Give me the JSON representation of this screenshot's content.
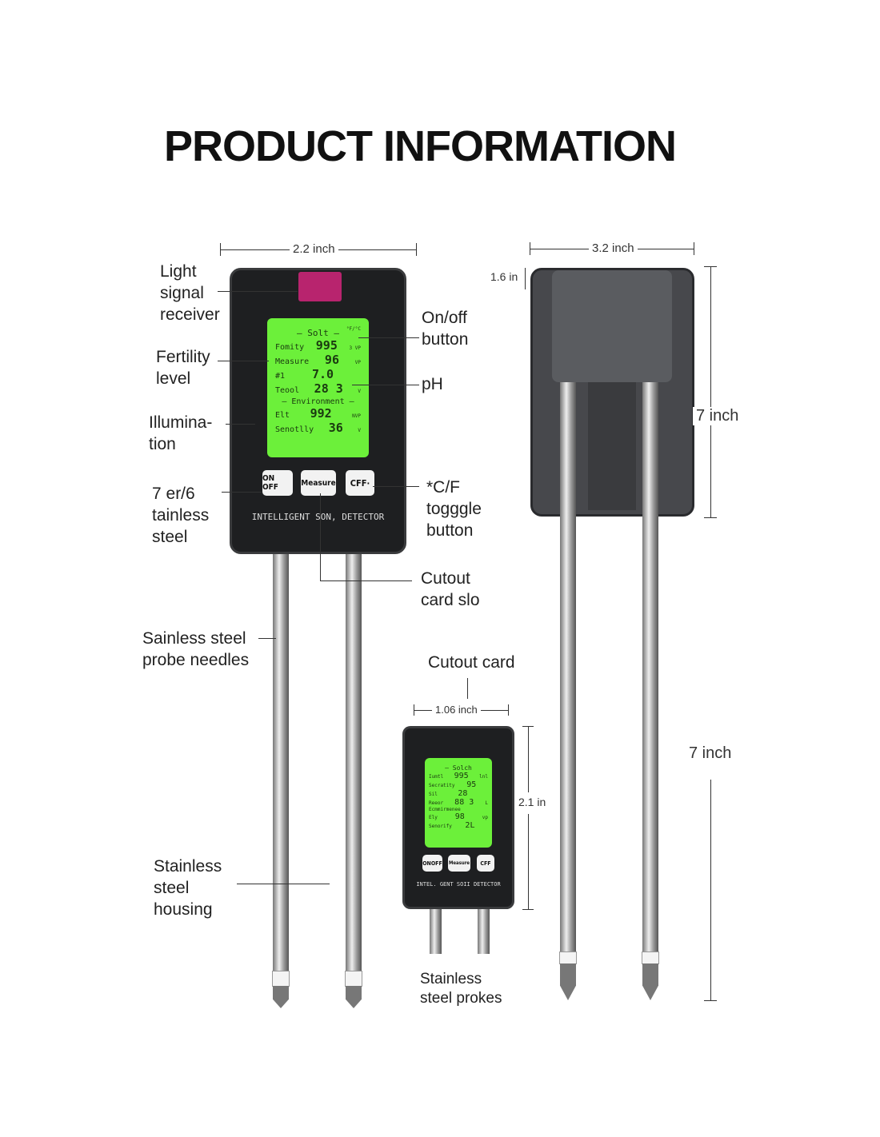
{
  "title": "PRODUCT INFORMATION",
  "dimensions": {
    "front_width": "2.2 inch",
    "back_width": "3.2 inch",
    "back_depth": "1.6 in",
    "back_height": "7 inch",
    "probe_length": "7 inch",
    "card_width": "1.06 inch",
    "card_height": "2.1 in"
  },
  "labels": {
    "light_signal": "Light\nsignal\nreceiver",
    "fertility": "Fertility\nlevel",
    "illumination": "Illumina-\ntion",
    "steel_left": "7 er/6\ntainless\nsteel",
    "probe_needles": "Sainless steel\nprobe needles",
    "housing": "Stainless\nsteel\nhousing",
    "onoff": "On/off\nbutton",
    "ph": "pH",
    "cf_toggle": "*C/F\ntogggle\nbutton",
    "card_slot": "Cutout\ncard slo",
    "cutout_card": "Cutout card",
    "small_probes": "Stainless\nsteel prokes"
  },
  "device": {
    "screen": {
      "header": "— Solt —",
      "unit_top": "°F/°C",
      "rows": [
        [
          "Fomity",
          "995",
          "3 VP"
        ],
        [
          "Measure",
          "96",
          "VP"
        ],
        [
          "#1",
          "7.0",
          ""
        ],
        [
          "Teool",
          "28 3",
          "V"
        ]
      ],
      "env_header": "— Environment —",
      "env_rows": [
        [
          "Elt",
          "992",
          "NVP"
        ],
        [
          "Senotlly",
          "36",
          "V"
        ]
      ]
    },
    "buttons": [
      "ON OFF",
      "Measure",
      "CFF·"
    ],
    "brand": "INTELLIGENT SON, DETECTOR"
  },
  "card": {
    "screen": {
      "header": "— Solch",
      "rows": [
        [
          "Iumtl",
          "995",
          "lnl"
        ],
        [
          "Secratity",
          "95",
          ""
        ],
        [
          "Sil",
          "28",
          ""
        ],
        [
          "Reeor",
          "88 3",
          "L"
        ],
        [
          "Ecmmirmenee",
          "",
          " "
        ],
        [
          "Ely",
          "98",
          "vp"
        ],
        [
          "Senorify",
          "2L",
          ""
        ]
      ]
    },
    "buttons": [
      "ONOFF",
      "Measure",
      "CFF"
    ],
    "brand": "INTEL. GENT SOII DETECTOR"
  },
  "colors": {
    "screen": "#6cf03a",
    "body": "#1e1f21",
    "receiver": "#b8246e"
  }
}
